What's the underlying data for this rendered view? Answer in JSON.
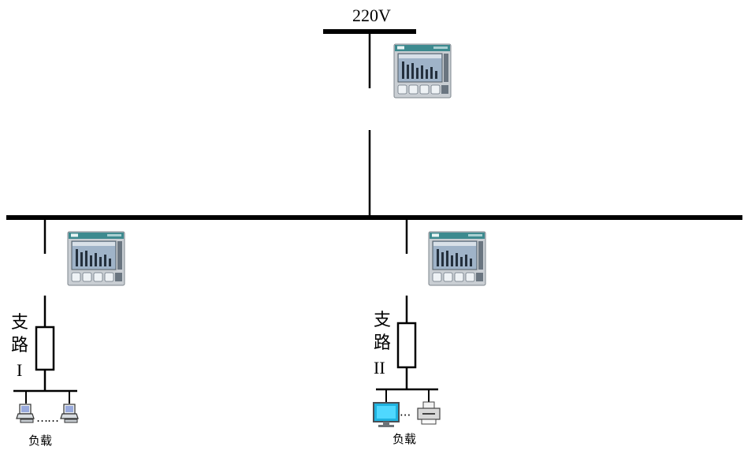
{
  "supply": {
    "voltage": "220V"
  },
  "branches": [
    {
      "label_line1": "支",
      "label_line2": "路",
      "label_line3": "I",
      "load_label": "负载"
    },
    {
      "label_line1": "支",
      "label_line2": "路",
      "label_line3": "II",
      "load_label": "负载"
    }
  ],
  "load_ellipsis": "……",
  "meter": {
    "screen_color": "#9fb3c8",
    "body_color": "#c9ced3"
  }
}
